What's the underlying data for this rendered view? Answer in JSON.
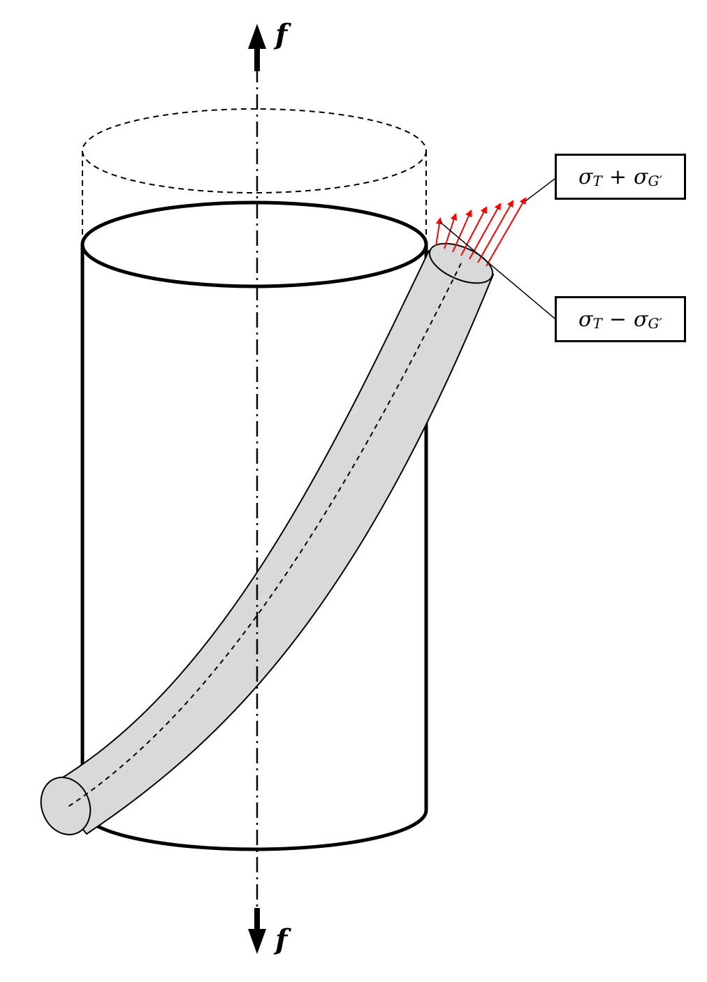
{
  "labels": {
    "force_top": "f",
    "force_bottom": "f"
  },
  "stress_boxes": [
    {
      "sigma": "σ",
      "sub1": "T",
      "op": "+",
      "sub2": "G′"
    },
    {
      "sigma": "σ",
      "sub1": "T",
      "op": "−",
      "sub2": "G′"
    }
  ],
  "colors": {
    "outline": "#000000",
    "fiber_fill": "#d9d9d9",
    "stress_arrows": "#ff0000"
  }
}
